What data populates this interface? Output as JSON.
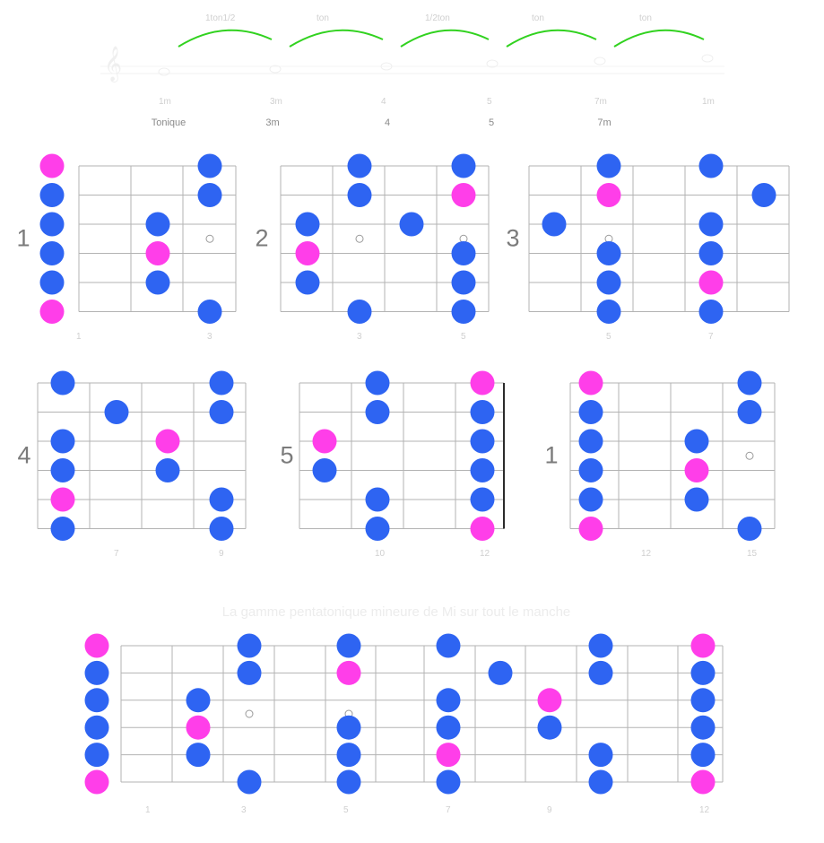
{
  "header": {
    "interval_labels": [
      "1ton1/2",
      "ton",
      "1/2ton",
      "ton",
      "ton"
    ],
    "note_numbers": [
      "1m",
      "3m",
      "4",
      "5",
      "7m",
      "1m"
    ],
    "degrees": [
      "Tonique",
      "3m",
      "4",
      "5",
      "7m"
    ]
  },
  "boxes": [
    {
      "number": "1",
      "fret_labels": [
        "1",
        "3"
      ],
      "notes": [
        [
          0,
          0,
          "root"
        ],
        [
          0,
          1,
          "scale"
        ],
        [
          0,
          2,
          "scale"
        ],
        [
          0,
          3,
          "scale"
        ],
        [
          0,
          4,
          "scale"
        ],
        [
          0,
          5,
          "root"
        ],
        [
          2,
          2,
          "scale"
        ],
        [
          2,
          3,
          "root"
        ],
        [
          2,
          4,
          "scale"
        ],
        [
          3,
          0,
          "scale"
        ],
        [
          3,
          1,
          "scale"
        ],
        [
          3,
          5,
          "scale"
        ]
      ],
      "inlays": [
        [
          3,
          2
        ]
      ]
    },
    {
      "number": "2",
      "fret_labels": [
        "3",
        "5"
      ],
      "notes": [
        [
          0,
          2,
          "scale"
        ],
        [
          0,
          3,
          "root"
        ],
        [
          0,
          4,
          "scale"
        ],
        [
          1,
          0,
          "scale"
        ],
        [
          1,
          1,
          "scale"
        ],
        [
          1,
          5,
          "scale"
        ],
        [
          2,
          2,
          "scale"
        ],
        [
          3,
          0,
          "scale"
        ],
        [
          3,
          1,
          "root"
        ],
        [
          3,
          3,
          "scale"
        ],
        [
          3,
          4,
          "scale"
        ],
        [
          3,
          5,
          "scale"
        ]
      ],
      "inlays": [
        [
          1,
          2
        ],
        [
          3,
          2
        ]
      ]
    },
    {
      "number": "3",
      "fret_labels": [
        "5",
        "7"
      ],
      "notes": [
        [
          0,
          2,
          "scale"
        ],
        [
          1,
          0,
          "scale"
        ],
        [
          1,
          1,
          "root"
        ],
        [
          1,
          3,
          "scale"
        ],
        [
          1,
          4,
          "scale"
        ],
        [
          1,
          5,
          "scale"
        ],
        [
          3,
          0,
          "scale"
        ],
        [
          3,
          2,
          "scale"
        ],
        [
          3,
          3,
          "scale"
        ],
        [
          3,
          4,
          "root"
        ],
        [
          3,
          5,
          "scale"
        ],
        [
          4,
          1,
          "scale"
        ]
      ],
      "inlays": [
        [
          1,
          2
        ]
      ]
    },
    {
      "number": "4",
      "fret_labels": [
        "7",
        "9"
      ],
      "notes": [
        [
          0,
          0,
          "scale"
        ],
        [
          0,
          2,
          "scale"
        ],
        [
          0,
          3,
          "scale"
        ],
        [
          0,
          4,
          "root"
        ],
        [
          0,
          5,
          "scale"
        ],
        [
          1,
          1,
          "scale"
        ],
        [
          2,
          2,
          "root"
        ],
        [
          2,
          3,
          "scale"
        ],
        [
          3,
          0,
          "scale"
        ],
        [
          3,
          1,
          "scale"
        ],
        [
          3,
          4,
          "scale"
        ],
        [
          3,
          5,
          "scale"
        ]
      ],
      "inlays": []
    },
    {
      "number": "5",
      "fret_labels": [
        "10",
        "12"
      ],
      "notes": [
        [
          0,
          2,
          "root"
        ],
        [
          0,
          3,
          "scale"
        ],
        [
          1,
          0,
          "scale"
        ],
        [
          1,
          1,
          "scale"
        ],
        [
          1,
          4,
          "scale"
        ],
        [
          1,
          5,
          "scale"
        ],
        [
          3,
          0,
          "root"
        ],
        [
          3,
          1,
          "scale"
        ],
        [
          3,
          2,
          "scale"
        ],
        [
          3,
          3,
          "scale"
        ],
        [
          3,
          4,
          "scale"
        ],
        [
          3,
          5,
          "root"
        ]
      ],
      "inlays": []
    },
    {
      "number": "1",
      "fret_labels": [
        "12",
        "15"
      ],
      "notes": [
        [
          0,
          0,
          "root"
        ],
        [
          0,
          1,
          "scale"
        ],
        [
          0,
          2,
          "scale"
        ],
        [
          0,
          3,
          "scale"
        ],
        [
          0,
          4,
          "scale"
        ],
        [
          0,
          5,
          "root"
        ],
        [
          2,
          2,
          "scale"
        ],
        [
          2,
          3,
          "root"
        ],
        [
          2,
          4,
          "scale"
        ],
        [
          3,
          0,
          "scale"
        ],
        [
          3,
          1,
          "scale"
        ],
        [
          3,
          5,
          "scale"
        ]
      ],
      "inlays": [
        [
          3,
          2
        ]
      ]
    }
  ],
  "full_neck": {
    "caption": "La gamme pentatonique mineure de Mi sur tout le manche",
    "fret_labels": [
      "1",
      "3",
      "5",
      "7",
      "9",
      "12"
    ],
    "notes": [
      [
        0,
        0,
        "root"
      ],
      [
        0,
        1,
        "scale"
      ],
      [
        0,
        2,
        "scale"
      ],
      [
        0,
        3,
        "scale"
      ],
      [
        0,
        4,
        "scale"
      ],
      [
        0,
        5,
        "root"
      ],
      [
        2,
        2,
        "scale"
      ],
      [
        2,
        3,
        "root"
      ],
      [
        2,
        4,
        "scale"
      ],
      [
        3,
        0,
        "scale"
      ],
      [
        3,
        1,
        "scale"
      ],
      [
        3,
        5,
        "scale"
      ],
      [
        5,
        0,
        "scale"
      ],
      [
        5,
        1,
        "root"
      ],
      [
        5,
        3,
        "scale"
      ],
      [
        5,
        4,
        "scale"
      ],
      [
        5,
        5,
        "scale"
      ],
      [
        7,
        0,
        "scale"
      ],
      [
        7,
        2,
        "scale"
      ],
      [
        7,
        3,
        "scale"
      ],
      [
        7,
        4,
        "root"
      ],
      [
        7,
        5,
        "scale"
      ],
      [
        8,
        1,
        "scale"
      ],
      [
        9,
        2,
        "root"
      ],
      [
        9,
        3,
        "scale"
      ],
      [
        10,
        0,
        "scale"
      ],
      [
        10,
        1,
        "scale"
      ],
      [
        10,
        4,
        "scale"
      ],
      [
        10,
        5,
        "scale"
      ],
      [
        12,
        0,
        "root"
      ],
      [
        12,
        1,
        "scale"
      ],
      [
        12,
        2,
        "scale"
      ],
      [
        12,
        3,
        "scale"
      ],
      [
        12,
        4,
        "scale"
      ],
      [
        12,
        5,
        "root"
      ]
    ],
    "inlays": [
      [
        3,
        2
      ],
      [
        5,
        2
      ]
    ]
  },
  "colors": {
    "root": "#ff3ee9",
    "scale": "#2e64f2",
    "arc": "#31d21f",
    "grid": "#b3b3b3",
    "nut": "#2b2b2b"
  }
}
